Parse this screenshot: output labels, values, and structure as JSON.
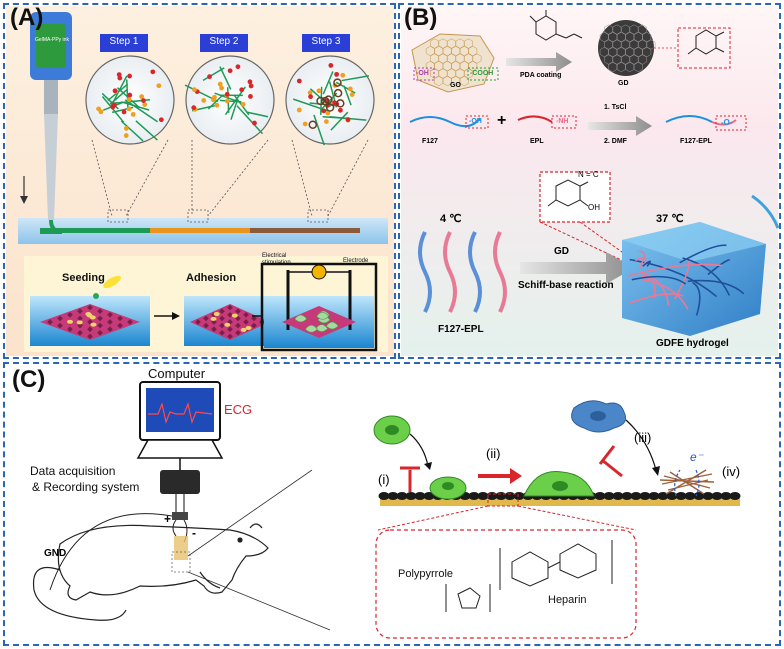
{
  "panels": {
    "a": {
      "label": "(A)",
      "ink_label": "GelMA-PPy ink",
      "steps": [
        "Step 1",
        "Step 2",
        "Step 3"
      ],
      "stages": [
        "Seeding",
        "Adhesion"
      ],
      "electrical_label": "Electrical stimulation",
      "electrode_label": "Electrode"
    },
    "b": {
      "label": "(B)",
      "go_label": "GO",
      "oh_label": "-OH",
      "cooh_label": "-COOH",
      "pda_label": "PDA coating",
      "gd_label": "GD",
      "f127_label": "F127",
      "f127_oh": "-OH",
      "plus": "+",
      "epl_label": "EPL",
      "epl_nh": "-NH",
      "step1": "1. TsCl",
      "step2": "2. DMF",
      "f127epl_label": "F127-EPL",
      "o_label": "-O-",
      "imine_label": "N = C",
      "oh2_label": "OH",
      "temp_low": "4 ℃",
      "temp_high": "37 ℃",
      "gd_arrow": "GD",
      "schiff_label": "Schiff-base reaction",
      "f127epl_bottom": "F127-EPL",
      "gdfe_label": "GDFE hydrogel"
    },
    "c": {
      "label": "(C)",
      "computer_label": "Computer",
      "ecg_label": "ECG",
      "daq_line1": "Data acquisition",
      "daq_line2": "& Recording system",
      "plus_sign": "+",
      "minus_sign": "-",
      "gnd_label": "GND",
      "roman_i": "(i)",
      "roman_ii": "(ii)",
      "roman_iii": "(iii)",
      "roman_iv": "(iv)",
      "electron": "e⁻",
      "polypyrrole": "Polypyrrole",
      "heparin": "Heparin"
    }
  },
  "colors": {
    "frame": "#2a66b5",
    "step_badge": "#2b3fd6",
    "red_label": "#d8262b",
    "hydrogel": "#3e8fd4"
  }
}
